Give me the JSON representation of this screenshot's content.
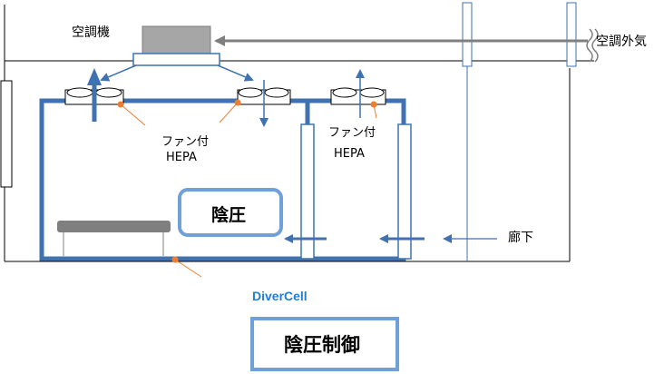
{
  "labels": {
    "ac_unit": "空調機",
    "outside_air": "空調外気",
    "fan_hepa_1_line1": "ファン付",
    "fan_hepa_1_line2": "HEPA",
    "fan_hepa_2_line1": "ファン付",
    "fan_hepa_2_line2": "HEPA",
    "negative_pressure": "陰圧",
    "corridor": "廊下",
    "brand": "DiverCell",
    "control": "陰圧制御"
  },
  "colors": {
    "wall_blue": "#3f72af",
    "arrow_gray": "#7f7f7f",
    "ac_gray": "#a6a6a6",
    "box_border": "#6fa0d8",
    "brand_blue": "#1f7fd6",
    "marker_orange": "#ed7d31",
    "bench_gray": "#7f7f7f"
  },
  "icons": {
    "fan": "fan-icon",
    "ac": "air-conditioner-icon"
  }
}
